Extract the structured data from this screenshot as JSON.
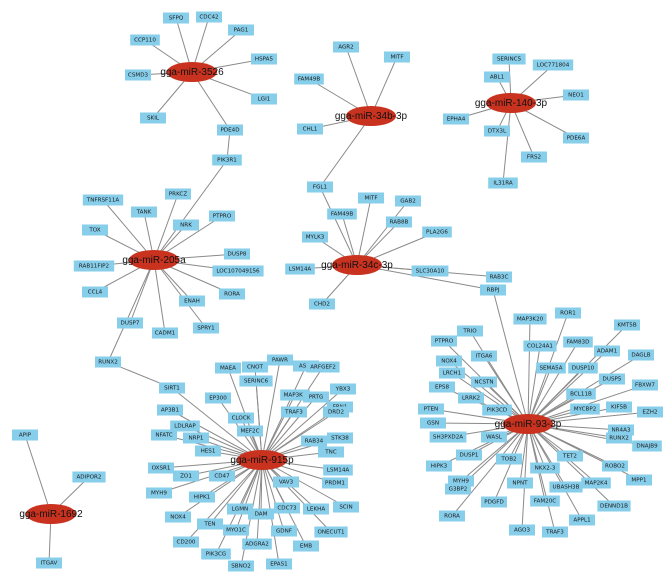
{
  "mirnas": [
    {
      "id": "m3526",
      "label": "gga-miR-3526"
    },
    {
      "id": "m34b",
      "label": "gga-miR-34b-3p"
    },
    {
      "id": "m140",
      "label": "gga-miR-140-3p"
    },
    {
      "id": "m205a",
      "label": "gga-miR-205a"
    },
    {
      "id": "m34c",
      "label": "gga-miR-34c-3p"
    },
    {
      "id": "m93",
      "label": "gga-miR-93-3p"
    },
    {
      "id": "m1692",
      "label": "gga-miR-1692"
    },
    {
      "id": "m915p",
      "label": "gga-miR-915p"
    }
  ],
  "genes": [
    {
      "id": "SFPQ",
      "label": "SFPQ"
    },
    {
      "id": "CDC42",
      "label": "CDC42"
    },
    {
      "id": "PAG1",
      "label": "PAG1"
    },
    {
      "id": "CCP110",
      "label": "CCP110"
    },
    {
      "id": "HSPA5",
      "label": "HSPA5"
    },
    {
      "id": "CSMD3",
      "label": "CSMD3"
    },
    {
      "id": "LGI1",
      "label": "LGI1"
    },
    {
      "id": "SKIL",
      "label": "SKIL"
    },
    {
      "id": "PDE4D",
      "label": "PDE4D"
    },
    {
      "id": "PIK3R1",
      "label": "PIK3R1"
    },
    {
      "id": "AGR2",
      "label": "AGR2"
    },
    {
      "id": "MITF_a",
      "label": "MITF"
    },
    {
      "id": "FAM49B_a",
      "label": "FAM49B"
    },
    {
      "id": "CHL1",
      "label": "CHL1"
    },
    {
      "id": "SERINC5",
      "label": "SERINC5"
    },
    {
      "id": "ABL1",
      "label": "ABL1"
    },
    {
      "id": "LOC771804",
      "label": "LOC771804"
    },
    {
      "id": "NEO1",
      "label": "NEO1"
    },
    {
      "id": "EPHA4",
      "label": "EPHA4"
    },
    {
      "id": "DTX3L",
      "label": "DTX3L"
    },
    {
      "id": "PDE6A",
      "label": "PDE6A"
    },
    {
      "id": "FRS2",
      "label": "FRS2"
    },
    {
      "id": "IL31RA",
      "label": "IL31RA"
    },
    {
      "id": "FGL1",
      "label": "FGL1"
    },
    {
      "id": "MITF_b",
      "label": "MITF"
    },
    {
      "id": "GAB2",
      "label": "GAB2"
    },
    {
      "id": "FAM49B_b",
      "label": "FAM49B"
    },
    {
      "id": "RAB8B",
      "label": "RAB8B"
    },
    {
      "id": "MYLK3",
      "label": "MYLK3"
    },
    {
      "id": "PLA2G6",
      "label": "PLA2G6"
    },
    {
      "id": "LSM14A_a",
      "label": "LSM14A"
    },
    {
      "id": "SLC30A10",
      "label": "SLC30A10"
    },
    {
      "id": "CHD2",
      "label": "CHD2"
    },
    {
      "id": "RAB3C",
      "label": "RAB3C"
    },
    {
      "id": "RBPJ",
      "label": "RBPJ"
    },
    {
      "id": "TNFRSF11A",
      "label": "TNFRSF11A"
    },
    {
      "id": "PRKCZ",
      "label": "PRKCZ"
    },
    {
      "id": "TANK",
      "label": "TANK"
    },
    {
      "id": "PTPRO_a",
      "label": "PTPRO"
    },
    {
      "id": "TOX",
      "label": "TOX"
    },
    {
      "id": "NRK",
      "label": "NRK"
    },
    {
      "id": "DUSP8",
      "label": "DUSP8"
    },
    {
      "id": "RAB11FIP2",
      "label": "RAB11FIP2"
    },
    {
      "id": "LOC107049156",
      "label": "LOC107049156"
    },
    {
      "id": "CCL4",
      "label": "CCL4"
    },
    {
      "id": "RORA_a",
      "label": "RORA"
    },
    {
      "id": "ENAH",
      "label": "ENAH"
    },
    {
      "id": "DUSP7",
      "label": "DUSP7"
    },
    {
      "id": "CADM1",
      "label": "CADM1"
    },
    {
      "id": "SPRY1",
      "label": "SPRY1"
    },
    {
      "id": "RUNX2_a",
      "label": "RUNX2"
    },
    {
      "id": "ROR1",
      "label": "ROR1"
    },
    {
      "id": "MAP3K20",
      "label": "MAP3K20"
    },
    {
      "id": "KMT5B",
      "label": "KMT5B"
    },
    {
      "id": "TRIO",
      "label": "TRIO"
    },
    {
      "id": "PTPRO_b",
      "label": "PTPRO"
    },
    {
      "id": "COL24A1",
      "label": "COL24A1"
    },
    {
      "id": "FAM83D",
      "label": "FAM83D"
    },
    {
      "id": "NOX4_a",
      "label": "NOX4"
    },
    {
      "id": "ITGA6",
      "label": "ITGA6"
    },
    {
      "id": "ADAM1",
      "label": "ADAM1"
    },
    {
      "id": "DAGLB",
      "label": "DAGLB"
    },
    {
      "id": "SEMA5A",
      "label": "SEMA5A"
    },
    {
      "id": "LRCH1",
      "label": "LRCH1"
    },
    {
      "id": "DUSP10",
      "label": "DUSP10"
    },
    {
      "id": "DUSP5",
      "label": "DUSP5"
    },
    {
      "id": "FBXW7",
      "label": "FBXW7"
    },
    {
      "id": "EPS8",
      "label": "EPS8"
    },
    {
      "id": "LRRK2",
      "label": "LRRK2"
    },
    {
      "id": "NCSTN",
      "label": "NCSTN"
    },
    {
      "id": "BCL11B",
      "label": "BCL11B"
    },
    {
      "id": "KIF5B",
      "label": "KIF5B"
    },
    {
      "id": "EZH2",
      "label": "EZH2"
    },
    {
      "id": "PTEN",
      "label": "PTEN"
    },
    {
      "id": "PIK3CD",
      "label": "PIK3CD"
    },
    {
      "id": "MYCBP2",
      "label": "MYCBP2"
    },
    {
      "id": "GSN",
      "label": "GSN"
    },
    {
      "id": "SH3PXD2A",
      "label": "SH3PXD2A"
    },
    {
      "id": "WASL",
      "label": "WASL"
    },
    {
      "id": "NR4A3",
      "label": "NR4A3"
    },
    {
      "id": "DUSP1",
      "label": "DUSP1"
    },
    {
      "id": "TET2",
      "label": "TET2"
    },
    {
      "id": "RUNX2_b",
      "label": "RUNX2"
    },
    {
      "id": "DNAJB9",
      "label": "DNAJB9"
    },
    {
      "id": "HIPK3",
      "label": "HIPK3"
    },
    {
      "id": "TOB2",
      "label": "TOB2"
    },
    {
      "id": "NKX2-3",
      "label": "NKX2-3"
    },
    {
      "id": "ROBO2",
      "label": "ROBO2"
    },
    {
      "id": "MYH9_a",
      "label": "MYH9"
    },
    {
      "id": "NPNT",
      "label": "NPNT"
    },
    {
      "id": "UBASH3B",
      "label": "UBASH3B"
    },
    {
      "id": "MAP2K4",
      "label": "MAP2K4"
    },
    {
      "id": "MPP1",
      "label": "MPP1"
    },
    {
      "id": "G3BP2",
      "label": "G3BP2"
    },
    {
      "id": "FAM20C",
      "label": "FAM20C"
    },
    {
      "id": "DENND1B",
      "label": "DENND1B"
    },
    {
      "id": "RORA_b",
      "label": "RORA"
    },
    {
      "id": "PDGFD",
      "label": "PDGFD"
    },
    {
      "id": "APPL1",
      "label": "APPL1"
    },
    {
      "id": "AGO3",
      "label": "AGO3"
    },
    {
      "id": "TRAF3_b",
      "label": "TRAF3"
    },
    {
      "id": "APIP",
      "label": "APIP"
    },
    {
      "id": "ADIPOR2",
      "label": "ADIPOR2"
    },
    {
      "id": "ITGAV",
      "label": "ITGAV"
    },
    {
      "id": "MAEA",
      "label": "MAEA"
    },
    {
      "id": "CNOT",
      "label": "CNOT"
    },
    {
      "id": "PAWR",
      "label": "PAWR"
    },
    {
      "id": "ASF2",
      "label": "ASF2"
    },
    {
      "id": "ARFGEF2",
      "label": "ARFGEF2"
    },
    {
      "id": "SERINC6",
      "label": "SERINC6"
    },
    {
      "id": "SIRT1",
      "label": "SIRT1"
    },
    {
      "id": "EP300",
      "label": "EP300"
    },
    {
      "id": "MAP3K3",
      "label": "MAP3K3"
    },
    {
      "id": "YBX3",
      "label": "YBX3"
    },
    {
      "id": "AP3B1",
      "label": "AP3B1"
    },
    {
      "id": "PRTG",
      "label": "PRTG"
    },
    {
      "id": "FBN1",
      "label": "FBN1"
    },
    {
      "id": "LDLRAP",
      "label": "LDLRAP"
    },
    {
      "id": "CLOCK",
      "label": "CLOCK"
    },
    {
      "id": "TRAF3_a",
      "label": "TRAF3"
    },
    {
      "id": "DRD2",
      "label": "DRD2"
    },
    {
      "id": "NFATC",
      "label": "NFATC"
    },
    {
      "id": "NRP1",
      "label": "NRP1"
    },
    {
      "id": "MEF2C",
      "label": "MEF2C"
    },
    {
      "id": "RAB34",
      "label": "RAB34"
    },
    {
      "id": "STK38",
      "label": "STK38"
    },
    {
      "id": "HES1",
      "label": "HES1"
    },
    {
      "id": "TNC",
      "label": "TNC"
    },
    {
      "id": "OXSR1",
      "label": "OXSR1"
    },
    {
      "id": "ZO1",
      "label": "ZO1"
    },
    {
      "id": "CD47",
      "label": "CD47"
    },
    {
      "id": "PRDM1",
      "label": "PRDM1"
    },
    {
      "id": "LSM14A_b",
      "label": "LSM14A"
    },
    {
      "id": "MYH9_b",
      "label": "MYH9"
    },
    {
      "id": "HIPK1",
      "label": "HIPK1"
    },
    {
      "id": "VAV3",
      "label": "VAV3"
    },
    {
      "id": "SCIN",
      "label": "SCIN"
    },
    {
      "id": "NOX4_b",
      "label": "NOX4"
    },
    {
      "id": "LGMN",
      "label": "LGMN"
    },
    {
      "id": "DAM",
      "label": "DAM"
    },
    {
      "id": "CDC73",
      "label": "CDC73"
    },
    {
      "id": "LEKHA",
      "label": "LEKHA"
    },
    {
      "id": "TEN",
      "label": "TEN"
    },
    {
      "id": "MYO1C",
      "label": "MYO1C"
    },
    {
      "id": "ONECUT1",
      "label": "ONECUT1"
    },
    {
      "id": "CD200",
      "label": "CD200"
    },
    {
      "id": "ADGRA2",
      "label": "ADGRA2"
    },
    {
      "id": "GDNF",
      "label": "GDNF"
    },
    {
      "id": "EMB",
      "label": "EMB"
    },
    {
      "id": "PIK3CG",
      "label": "PIK3CG"
    },
    {
      "id": "SBNO2",
      "label": "SBNO2"
    },
    {
      "id": "EPAS1",
      "label": "EPAS1"
    }
  ],
  "edges": [
    [
      "m3526",
      "SFPQ"
    ],
    [
      "m3526",
      "CDC42"
    ],
    [
      "m3526",
      "PAG1"
    ],
    [
      "m3526",
      "CCP110"
    ],
    [
      "m3526",
      "HSPA5"
    ],
    [
      "m3526",
      "CSMD3"
    ],
    [
      "m3526",
      "LGI1"
    ],
    [
      "m3526",
      "SKIL"
    ],
    [
      "m3526",
      "PDE4D"
    ],
    [
      "PDE4D",
      "PIK3R1"
    ],
    [
      "PIK3R1",
      "m205a"
    ],
    [
      "m34b",
      "AGR2"
    ],
    [
      "m34b",
      "MITF_a"
    ],
    [
      "m34b",
      "FAM49B_a"
    ],
    [
      "m34b",
      "CHL1"
    ],
    [
      "m34b",
      "FGL1"
    ],
    [
      "m140",
      "SERINC5"
    ],
    [
      "m140",
      "ABL1"
    ],
    [
      "m140",
      "LOC771804"
    ],
    [
      "m140",
      "NEO1"
    ],
    [
      "m140",
      "EPHA4"
    ],
    [
      "m140",
      "DTX3L"
    ],
    [
      "m140",
      "PDE6A"
    ],
    [
      "m140",
      "FRS2"
    ],
    [
      "m140",
      "IL31RA"
    ],
    [
      "m34c",
      "FGL1"
    ],
    [
      "m34c",
      "MITF_b"
    ],
    [
      "m34c",
      "GAB2"
    ],
    [
      "m34c",
      "FAM49B_b"
    ],
    [
      "m34c",
      "RAB8B"
    ],
    [
      "m34c",
      "MYLK3"
    ],
    [
      "m34c",
      "PLA2G6"
    ],
    [
      "m34c",
      "LSM14A_a"
    ],
    [
      "m34c",
      "SLC30A10"
    ],
    [
      "m34c",
      "CHD2"
    ],
    [
      "m34c",
      "RAB3C"
    ],
    [
      "m34c",
      "RBPJ"
    ],
    [
      "RBPJ",
      "m93"
    ],
    [
      "m205a",
      "TNFRSF11A"
    ],
    [
      "m205a",
      "PRKCZ"
    ],
    [
      "m205a",
      "TANK"
    ],
    [
      "m205a",
      "PTPRO_a"
    ],
    [
      "m205a",
      "TOX"
    ],
    [
      "m205a",
      "NRK"
    ],
    [
      "m205a",
      "DUSP8"
    ],
    [
      "m205a",
      "RAB11FIP2"
    ],
    [
      "m205a",
      "LOC107049156"
    ],
    [
      "m205a",
      "CCL4"
    ],
    [
      "m205a",
      "RORA_a"
    ],
    [
      "m205a",
      "ENAH"
    ],
    [
      "m205a",
      "DUSP7"
    ],
    [
      "m205a",
      "CADM1"
    ],
    [
      "m205a",
      "SPRY1"
    ],
    [
      "m205a",
      "RUNX2_a"
    ],
    [
      "RUNX2_a",
      "SIRT1"
    ],
    [
      "m93",
      "ROR1"
    ],
    [
      "m93",
      "MAP3K20"
    ],
    [
      "m93",
      "KMT5B"
    ],
    [
      "m93",
      "TRIO"
    ],
    [
      "m93",
      "PTPRO_b"
    ],
    [
      "m93",
      "COL24A1"
    ],
    [
      "m93",
      "FAM83D"
    ],
    [
      "m93",
      "NOX4_a"
    ],
    [
      "m93",
      "ITGA6"
    ],
    [
      "m93",
      "ADAM1"
    ],
    [
      "m93",
      "DAGLB"
    ],
    [
      "m93",
      "SEMA5A"
    ],
    [
      "m93",
      "LRCH1"
    ],
    [
      "m93",
      "DUSP10"
    ],
    [
      "m93",
      "DUSP5"
    ],
    [
      "m93",
      "FBXW7"
    ],
    [
      "m93",
      "EPS8"
    ],
    [
      "m93",
      "LRRK2"
    ],
    [
      "m93",
      "NCSTN"
    ],
    [
      "m93",
      "BCL11B"
    ],
    [
      "m93",
      "KIF5B"
    ],
    [
      "m93",
      "EZH2"
    ],
    [
      "m93",
      "PTEN"
    ],
    [
      "m93",
      "PIK3CD"
    ],
    [
      "m93",
      "MYCBP2"
    ],
    [
      "m93",
      "GSN"
    ],
    [
      "m93",
      "SH3PXD2A"
    ],
    [
      "m93",
      "WASL"
    ],
    [
      "m93",
      "NR4A3"
    ],
    [
      "m93",
      "DUSP1"
    ],
    [
      "m93",
      "TET2"
    ],
    [
      "m93",
      "RUNX2_b"
    ],
    [
      "m93",
      "DNAJB9"
    ],
    [
      "m93",
      "HIPK3"
    ],
    [
      "m93",
      "TOB2"
    ],
    [
      "m93",
      "NKX2-3"
    ],
    [
      "m93",
      "ROBO2"
    ],
    [
      "m93",
      "MYH9_a"
    ],
    [
      "m93",
      "NPNT"
    ],
    [
      "m93",
      "UBASH3B"
    ],
    [
      "m93",
      "MAP2K4"
    ],
    [
      "m93",
      "MPP1"
    ],
    [
      "m93",
      "G3BP2"
    ],
    [
      "m93",
      "FAM20C"
    ],
    [
      "m93",
      "DENND1B"
    ],
    [
      "m93",
      "RORA_b"
    ],
    [
      "m93",
      "PDGFD"
    ],
    [
      "m93",
      "APPL1"
    ],
    [
      "m93",
      "AGO3"
    ],
    [
      "m93",
      "TRAF3_b"
    ],
    [
      "m1692",
      "APIP"
    ],
    [
      "m1692",
      "ADIPOR2"
    ],
    [
      "m1692",
      "ITGAV"
    ],
    [
      "m915p",
      "MAEA"
    ],
    [
      "m915p",
      "CNOT"
    ],
    [
      "m915p",
      "PAWR"
    ],
    [
      "m915p",
      "ASF2"
    ],
    [
      "m915p",
      "ARFGEF2"
    ],
    [
      "m915p",
      "SERINC6"
    ],
    [
      "m915p",
      "SIRT1"
    ],
    [
      "m915p",
      "EP300"
    ],
    [
      "m915p",
      "MAP3K3"
    ],
    [
      "m915p",
      "YBX3"
    ],
    [
      "m915p",
      "AP3B1"
    ],
    [
      "m915p",
      "PRTG"
    ],
    [
      "m915p",
      "FBN1"
    ],
    [
      "m915p",
      "LDLRAP"
    ],
    [
      "m915p",
      "CLOCK"
    ],
    [
      "m915p",
      "TRAF3_a"
    ],
    [
      "m915p",
      "DRD2"
    ],
    [
      "m915p",
      "NFATC"
    ],
    [
      "m915p",
      "NRP1"
    ],
    [
      "m915p",
      "MEF2C"
    ],
    [
      "m915p",
      "RAB34"
    ],
    [
      "m915p",
      "STK38"
    ],
    [
      "m915p",
      "HES1"
    ],
    [
      "m915p",
      "TNC"
    ],
    [
      "m915p",
      "OXSR1"
    ],
    [
      "m915p",
      "ZO1"
    ],
    [
      "m915p",
      "CD47"
    ],
    [
      "m915p",
      "PRDM1"
    ],
    [
      "m915p",
      "LSM14A_b"
    ],
    [
      "m915p",
      "MYH9_b"
    ],
    [
      "m915p",
      "HIPK1"
    ],
    [
      "m915p",
      "VAV3"
    ],
    [
      "m915p",
      "SCIN"
    ],
    [
      "m915p",
      "NOX4_b"
    ],
    [
      "m915p",
      "LGMN"
    ],
    [
      "m915p",
      "DAM"
    ],
    [
      "m915p",
      "CDC73"
    ],
    [
      "m915p",
      "LEKHA"
    ],
    [
      "m915p",
      "TEN"
    ],
    [
      "m915p",
      "MYO1C"
    ],
    [
      "m915p",
      "ONECUT1"
    ],
    [
      "m915p",
      "CD200"
    ],
    [
      "m915p",
      "ADGRA2"
    ],
    [
      "m915p",
      "GDNF"
    ],
    [
      "m915p",
      "EMB"
    ],
    [
      "m915p",
      "PIK3CG"
    ],
    [
      "m915p",
      "SBNO2"
    ],
    [
      "m915p",
      "EPAS1"
    ]
  ]
}
